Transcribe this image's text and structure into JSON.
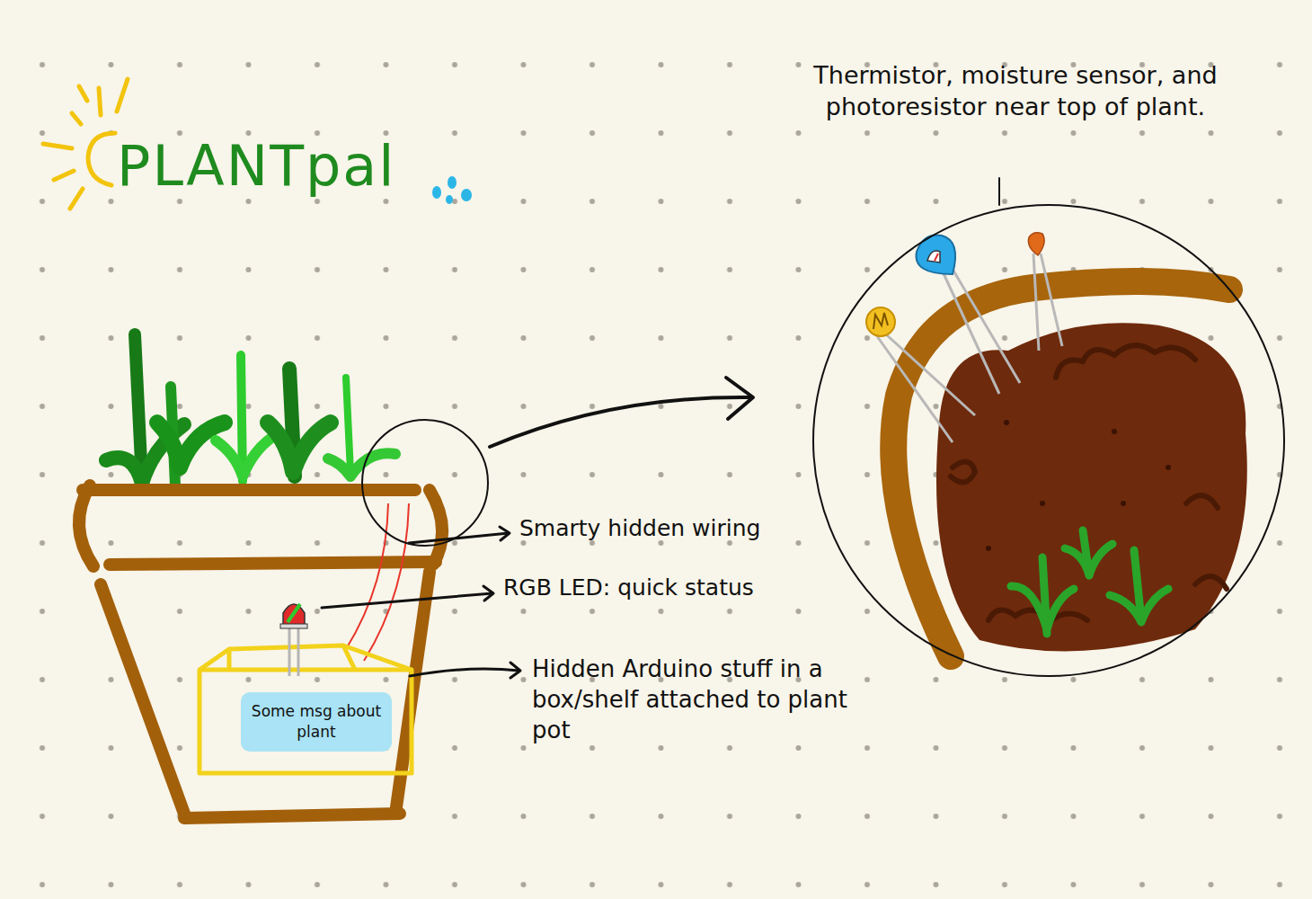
{
  "diagram": {
    "title": "PLANTpal",
    "nodes": [
      {
        "text": [
          "Some msg about plant"
        ]
      }
    ],
    "labels": [
      "Thermistor, moisture sensor, and photoresistor near top of plant.",
      "Smarty hidden wiring",
      "RGB LED: quick status",
      "Hidden Arduino stuff in a box/shelf attached to plant pot"
    ]
  }
}
